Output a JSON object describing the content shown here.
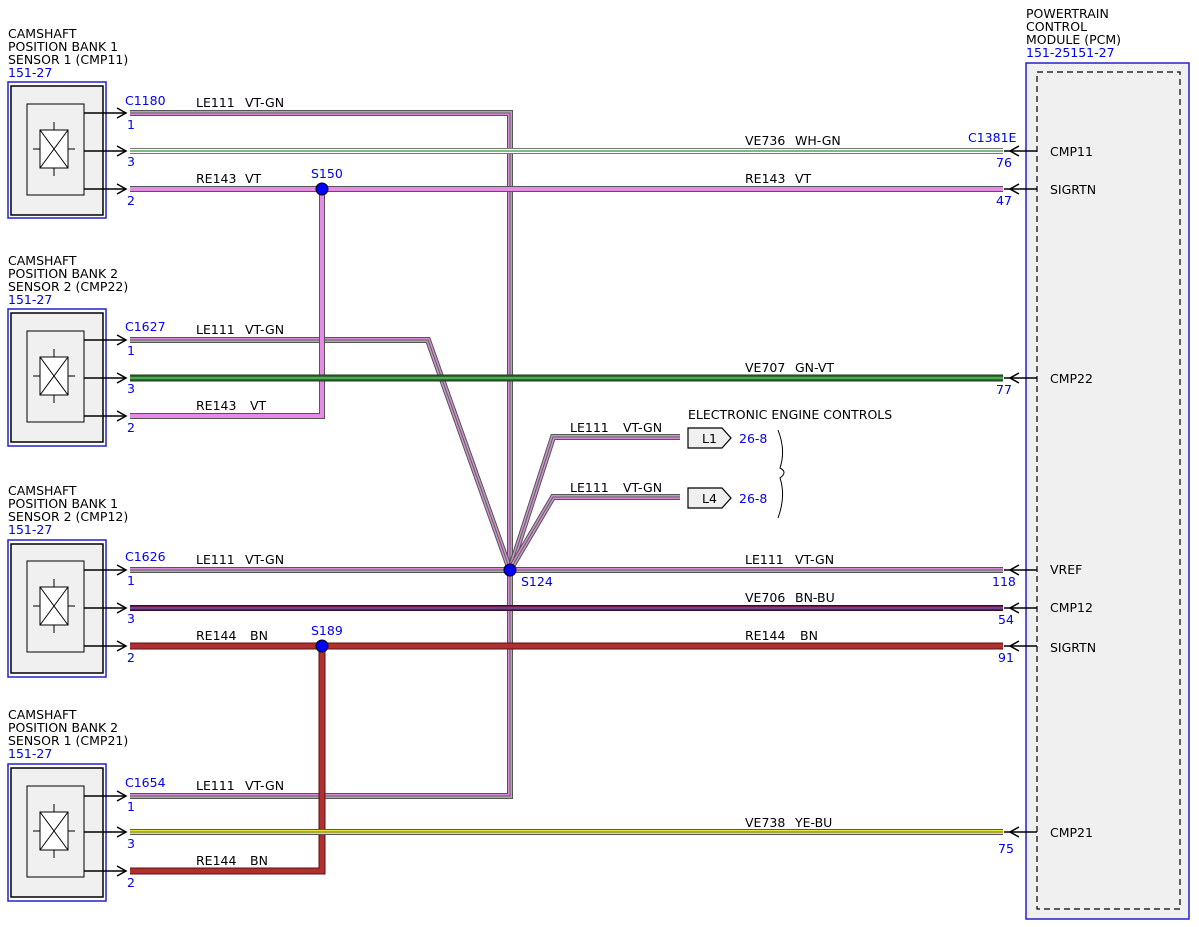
{
  "colors": {
    "label_blue": "#0000ee",
    "box_blue": "#2222cc",
    "splice_blue": "#0000ff",
    "wire_vt": "#e58ae5",
    "wire_vtgn_base": "#d88ad8",
    "wire_vtgn_stripe": "#3a7a3a",
    "wire_whgn_base": "#ffffff",
    "wire_whgn_stripe": "#5aa05a",
    "wire_gnvt_base": "#2a6a2a",
    "wire_gnvt_stripe": "#5fbf5f",
    "wire_bnbu_base": "#6a1a4a",
    "wire_bnbu_stripe": "#7070d0",
    "wire_bn": "#b03030",
    "wire_yebu_base": "#e8e840",
    "wire_yebu_stripe": "#6a6a40"
  },
  "sensors": [
    {
      "title_lines": [
        "CAMSHAFT",
        "POSITION BANK 1",
        "SENSOR 1 (CMP11)"
      ],
      "ref": "151-27",
      "connector": "C1180",
      "pins": [
        "1",
        "3",
        "2"
      ]
    },
    {
      "title_lines": [
        "CAMSHAFT",
        "POSITION BANK 2",
        "SENSOR 2 (CMP22)"
      ],
      "ref": "151-27",
      "connector": "C1627",
      "pins": [
        "1",
        "3",
        "2"
      ]
    },
    {
      "title_lines": [
        "CAMSHAFT",
        "POSITION BANK 1",
        "SENSOR 2 (CMP12)"
      ],
      "ref": "151-27",
      "connector": "C1626",
      "pins": [
        "1",
        "3",
        "2"
      ]
    },
    {
      "title_lines": [
        "CAMSHAFT",
        "POSITION BANK 2",
        "SENSOR 1 (CMP21)"
      ],
      "ref": "151-27",
      "connector": "C1654",
      "pins": [
        "1",
        "3",
        "2"
      ]
    }
  ],
  "pcm": {
    "title_lines": [
      "POWERTRAIN",
      "CONTROL",
      "MODULE (PCM)"
    ],
    "ref": "151-25151-27",
    "connector": "C1381E",
    "pins": [
      {
        "number": "76",
        "name": "CMP11"
      },
      {
        "number": "47",
        "name": "SIGRTN"
      },
      {
        "number": "77",
        "name": "CMP22"
      },
      {
        "number": "118",
        "name": "VREF"
      },
      {
        "number": "54",
        "name": "CMP12"
      },
      {
        "number": "91",
        "name": "SIGRTN"
      },
      {
        "number": "75",
        "name": "CMP21"
      }
    ]
  },
  "splices": [
    "S150",
    "S124",
    "S189"
  ],
  "circuits": {
    "le111": {
      "circuit": "LE111",
      "color": "VT-GN"
    },
    "re143": {
      "circuit": "RE143",
      "color": "VT"
    },
    "re144": {
      "circuit": "RE144",
      "color": "BN"
    },
    "ve736": {
      "circuit": "VE736",
      "color": "WH-GN"
    },
    "ve707": {
      "circuit": "VE707",
      "color": "GN-VT"
    },
    "ve706": {
      "circuit": "VE706",
      "color": "BN-BU"
    },
    "ve738": {
      "circuit": "VE738",
      "color": "YE-BU"
    }
  },
  "eec": {
    "title": "ELECTRONIC ENGINE CONTROLS",
    "refs": [
      {
        "tag": "L1",
        "page": "26-8"
      },
      {
        "tag": "L4",
        "page": "26-8"
      }
    ]
  }
}
